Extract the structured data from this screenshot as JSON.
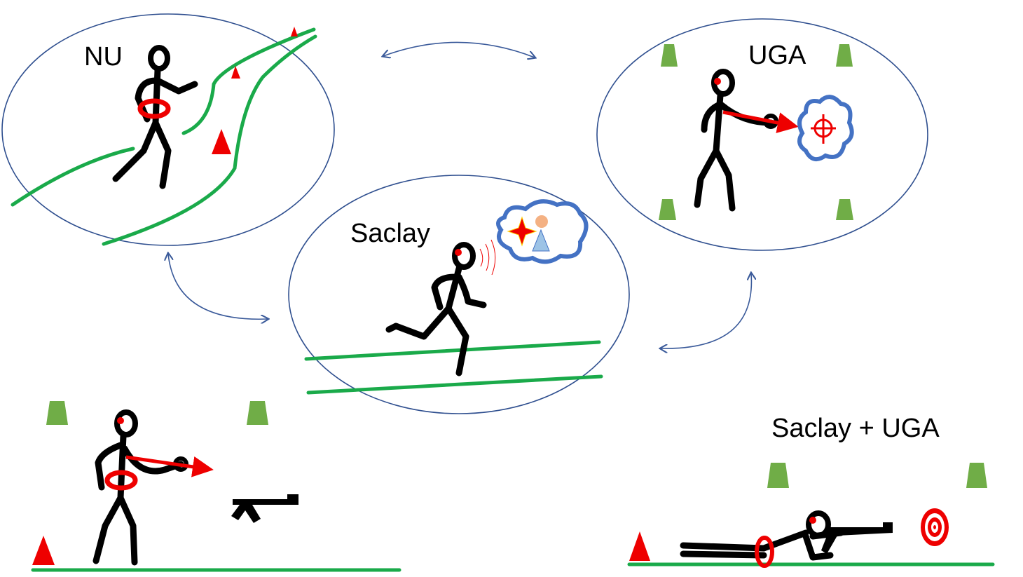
{
  "labels": {
    "nu": "NU",
    "uga": "UGA",
    "saclay": "Saclay",
    "combined": "Saclay + UGA"
  },
  "colors": {
    "outline": "#2f4f8f",
    "track": "#1aaa4a",
    "cone": "#70ad47",
    "marker": "#ee0000",
    "thought": "#4472c4"
  }
}
